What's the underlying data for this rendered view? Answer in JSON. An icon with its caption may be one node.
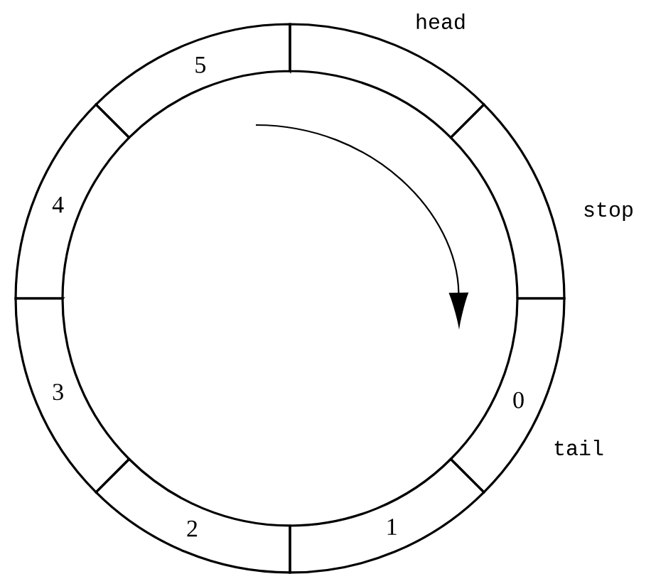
{
  "diagram": {
    "nodes": [
      {
        "text": [
          "5"
        ]
      },
      {
        "text": [],
        "shape": "box"
      },
      {
        "text": [],
        "shape": "box"
      },
      {
        "text": [
          "0"
        ]
      },
      {
        "text": [
          "1"
        ]
      },
      {
        "text": [
          "2"
        ]
      },
      {
        "text": [
          "3"
        ]
      },
      {
        "text": [
          "4"
        ]
      }
    ],
    "labels": [
      "head",
      "stop",
      "tail"
    ]
  }
}
